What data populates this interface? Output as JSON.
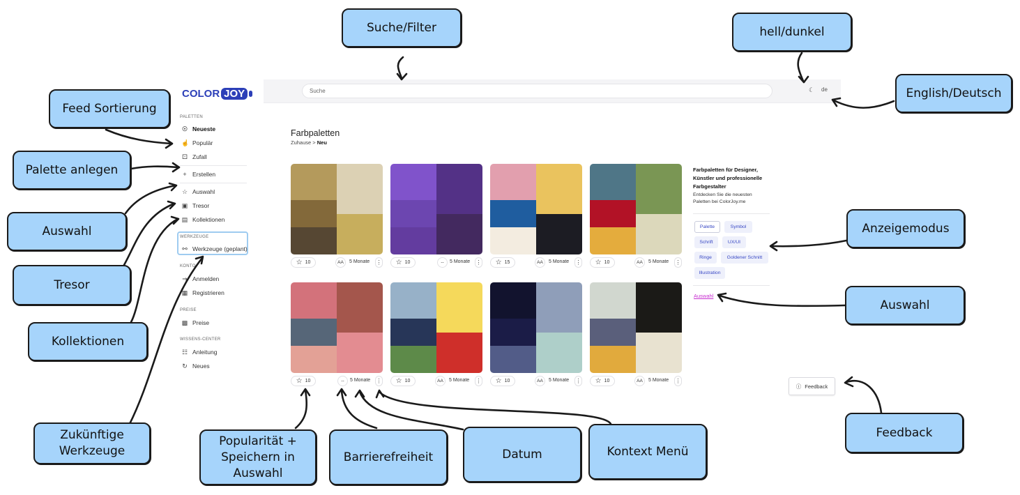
{
  "app": {
    "logo_a": "COLOR",
    "logo_b": "JOY",
    "search_placeholder": "Suche",
    "theme_icon": "moon-icon",
    "lang": "de",
    "title": "Farbpaletten",
    "breadcrumb_home": "Zuhause >",
    "breadcrumb_current": "Neu"
  },
  "sidebar": {
    "section_palettes": "PALETTEN",
    "neueste": "Neueste",
    "populaer": "Populär",
    "zufall": "Zufall",
    "erstellen": "Erstellen",
    "auswahl": "Auswahl",
    "tresor": "Tresor",
    "kollektionen": "Kollektionen",
    "section_tools": "WERKZEUGE",
    "werkzeuge": "Werkzeuge (geplant)",
    "section_konto": "KONTO",
    "anmelden": "Anmelden",
    "registrieren": "Registrieren",
    "section_preise": "PREISE",
    "preise": "Preise",
    "section_wissen": "WISSENS-CENTER",
    "anleitung": "Anleitung",
    "neues": "Neues"
  },
  "palettes": [
    {
      "likes": "10",
      "a11y": "AA",
      "date": "5 Monate",
      "colors": [
        "#b49a5c",
        "#dcd1b4",
        "#83693a",
        "#c7ae5d",
        "#564733"
      ]
    },
    {
      "likes": "10",
      "a11y": "--",
      "date": "5 Monate",
      "colors": [
        "#8053cb",
        "#533186",
        "#6c46b0",
        "#43295f",
        "#633c9f"
      ]
    },
    {
      "likes": "15",
      "a11y": "AA",
      "date": "5 Monate",
      "colors": [
        "#e29fae",
        "#eac35e",
        "#1f5d9f",
        "#1c1c23",
        "#f3ece0"
      ]
    },
    {
      "likes": "10",
      "a11y": "AA",
      "date": "5 Monate",
      "colors": [
        "#4f7687",
        "#7a9654",
        "#b21226",
        "#dcd8bb",
        "#e4ac3d"
      ]
    },
    {
      "likes": "10",
      "a11y": "--",
      "date": "5 Monate",
      "colors": [
        "#d3727b",
        "#a4564c",
        "#566678",
        "#e38c91",
        "#e3a196"
      ]
    },
    {
      "likes": "10",
      "a11y": "AA",
      "date": "5 Monate",
      "colors": [
        "#97b1c8",
        "#f5d95b",
        "#273658",
        "#cf2f2a",
        "#5d8a49"
      ]
    },
    {
      "likes": "10",
      "a11y": "AA",
      "date": "5 Monate",
      "colors": [
        "#12132e",
        "#8f9eb9",
        "#1b1c47",
        "#aecfc9",
        "#525c88"
      ]
    },
    {
      "likes": "10",
      "a11y": "AA",
      "date": "5 Monate",
      "colors": [
        "#d1d7cf",
        "#1b1a17",
        "#5a5f7b",
        "#e8e2d0",
        "#e1aa3d"
      ]
    }
  ],
  "info": {
    "title": "Farbpaletten für Designer, Künstler und professionelle Farbgestalter",
    "subtitle": "Entdecken Sie die neuesten Paletten bei ColorJoy.me",
    "modes": [
      "Palette",
      "Symbol",
      "Schrift",
      "UX/UI",
      "Ringe",
      "Goldener Schnitt",
      "Illustration"
    ],
    "auswahl_link": "Auswahl"
  },
  "feedback": "Feedback",
  "callouts": {
    "suche": "Suche/Filter",
    "hell": "hell/dunkel",
    "english": "English/Deutsch",
    "feed": "Feed Sortierung",
    "palette_anlegen": "Palette anlegen",
    "auswahl_left": "Auswahl",
    "tresor": "Tresor",
    "kollektionen": "Kollektionen",
    "zukuenftige": "Zukünftige Werkzeuge",
    "popularitaet": "Popularität + Speichern in Auswahl",
    "barriere": "Barrierefreiheit",
    "datum": "Datum",
    "kontext": "Kontext Menü",
    "anzeigemodus": "Anzeigemodus",
    "auswahl_right": "Auswahl",
    "feedback": "Feedback"
  }
}
